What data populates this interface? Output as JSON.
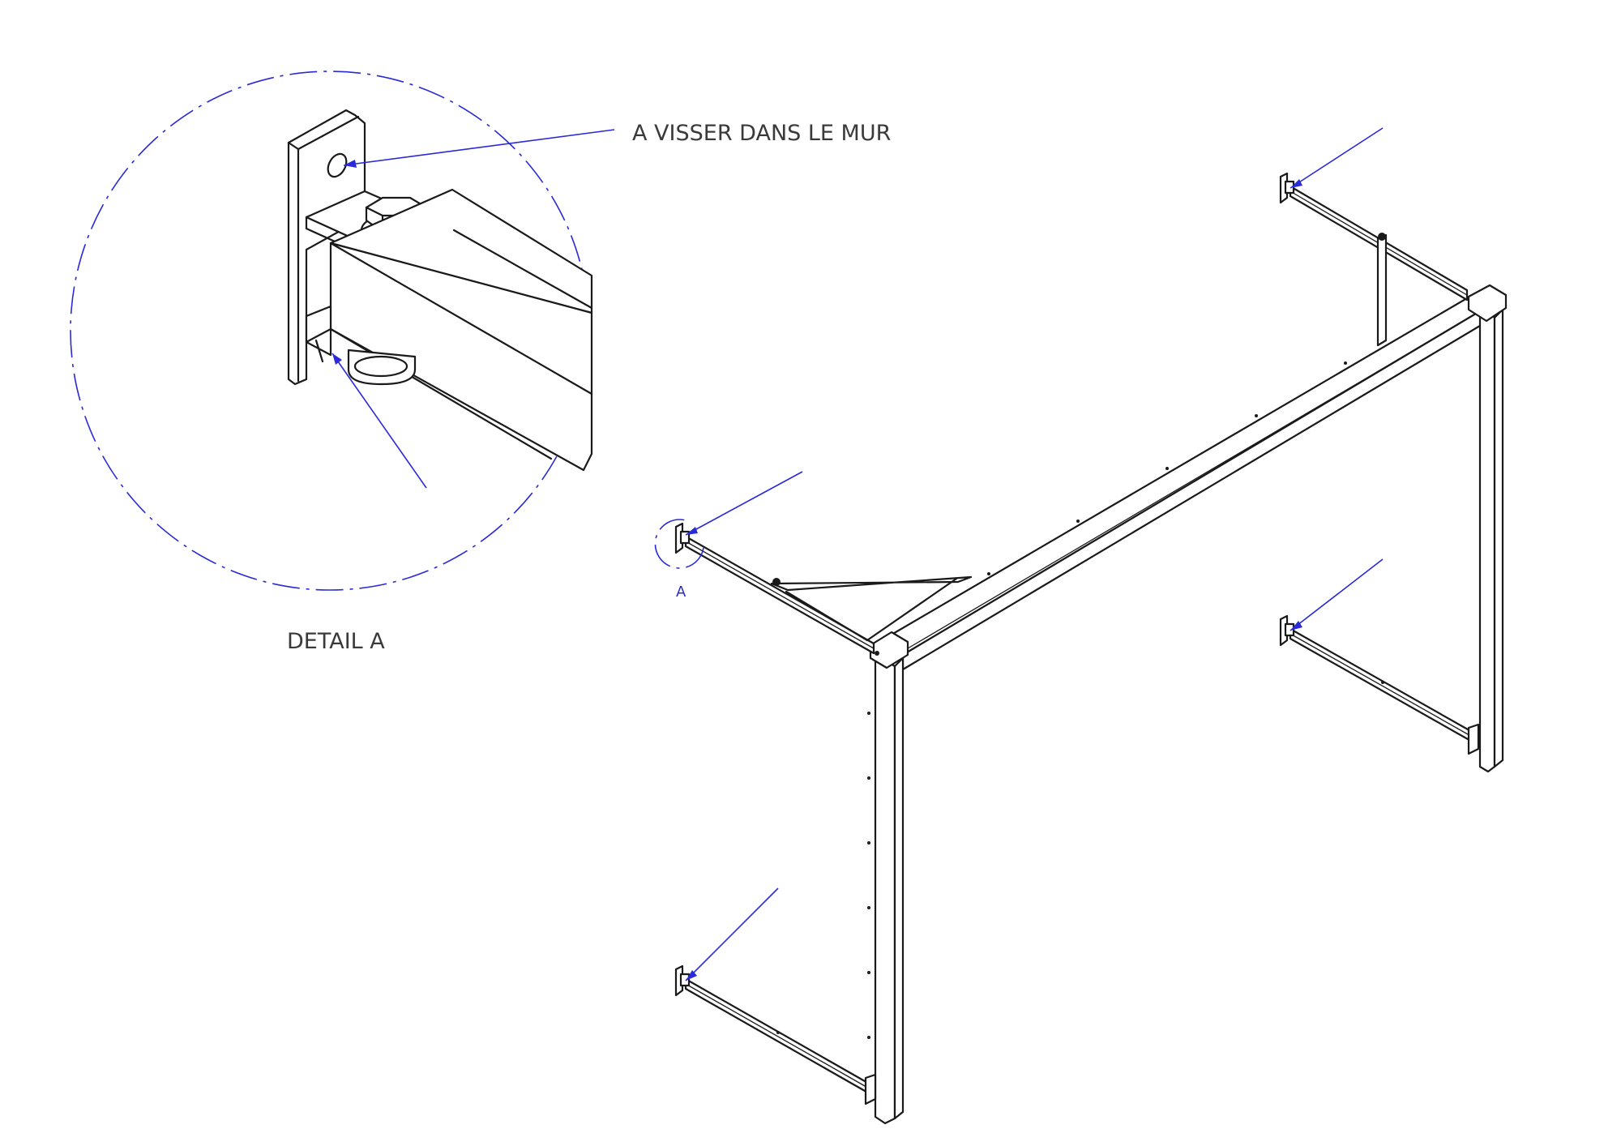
{
  "detail_view": {
    "title": "DETAIL A",
    "note": "A VISSER DANS LE MUR"
  },
  "main_view": {
    "detail_marker": "A"
  },
  "colors": {
    "annotation": "#2a2ad8",
    "line": "#1a1a1a",
    "text": "#3a3a3a"
  }
}
